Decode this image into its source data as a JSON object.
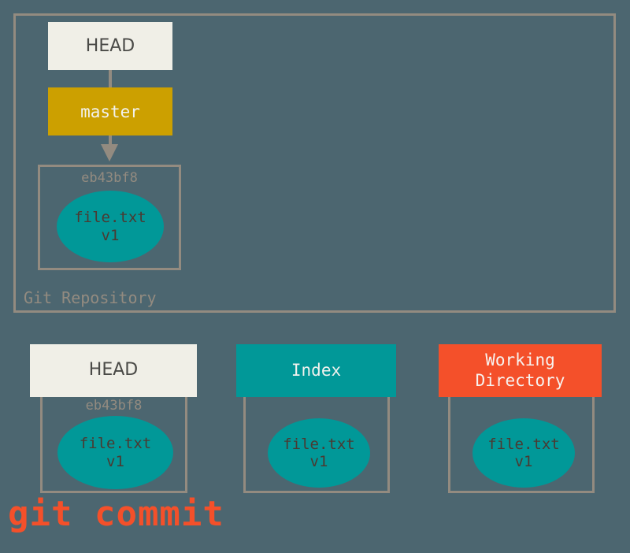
{
  "diagram": {
    "caption": "git commit",
    "colors": {
      "background": "#4c6670",
      "border": "#938b80",
      "head_box": "#f0efe7",
      "branch_box": "#cca000",
      "blob_teal": "#019898",
      "working_dir": "#f4502a",
      "caption_color": "#f4502a"
    }
  },
  "repository": {
    "label": "Git Repository",
    "head_ref": "HEAD",
    "branch_ref": "master",
    "commit": {
      "sha": "eb43bf8",
      "blob_name": "file.txt",
      "blob_version": "v1"
    }
  },
  "areas": [
    {
      "id": "head",
      "title": "HEAD",
      "sha": "eb43bf8",
      "blob_name": "file.txt",
      "blob_version": "v1"
    },
    {
      "id": "index",
      "title": "Index",
      "sha": "",
      "blob_name": "file.txt",
      "blob_version": "v1"
    },
    {
      "id": "working-directory",
      "title_line1": "Working",
      "title_line2": "Directory",
      "sha": "",
      "blob_name": "file.txt",
      "blob_version": "v1"
    }
  ]
}
